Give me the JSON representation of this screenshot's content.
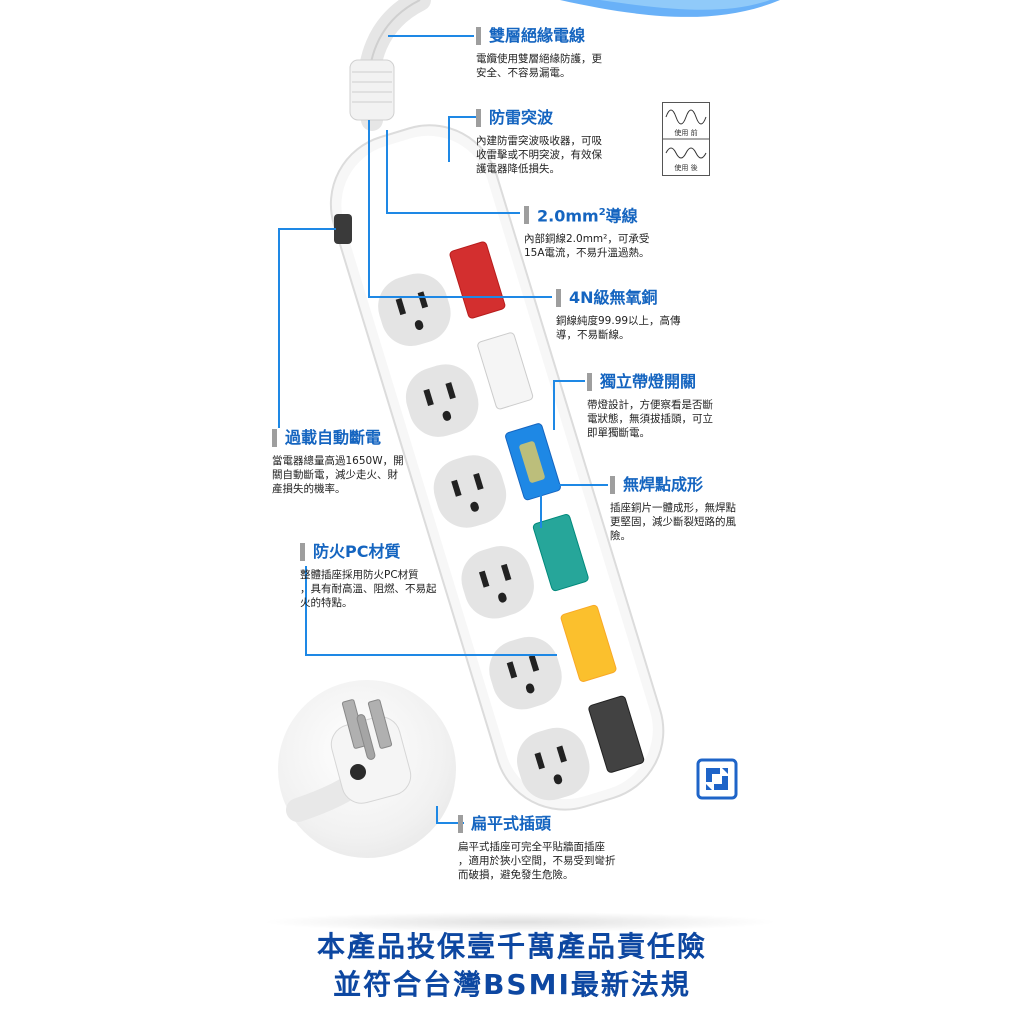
{
  "features": [
    {
      "id": "double-insulation",
      "title": "雙層絕緣電線",
      "desc": "電纜使用雙層絕緣防護，更\n安全、不容易漏電。"
    },
    {
      "id": "surge",
      "title": "防雷突波",
      "desc": "內建防雷突波吸收器，可吸\n收雷擊或不明突波，有效保\n護電器降低損失。"
    },
    {
      "id": "wire-gauge",
      "title_main": "2.0mm",
      "title_sup": "2",
      "title_tail": "導線",
      "desc": "內部銅線2.0mm²，可承受\n15A電流，不易升溫過熱。"
    },
    {
      "id": "copper",
      "title": "4N級無氧銅",
      "desc": "銅線純度99.99以上，高傳\n導，不易斷線。"
    },
    {
      "id": "switch",
      "title": "獨立帶燈開關",
      "desc": "帶燈設計，方便察看是否斷\n電狀態，無須拔插頭，可立\n即單獨斷電。"
    },
    {
      "id": "solder-free",
      "title": "無焊點成形",
      "desc": "插座銅片一體成形，無焊點\n更堅固，減少斷裂短路的風\n險。"
    },
    {
      "id": "overload",
      "title": "過載自動斷電",
      "desc": "當電器總量高過1650W，開\n關自動斷電，減少走火、財\n產損失的機率。"
    },
    {
      "id": "pc-material",
      "title": "防火PC材質",
      "desc": "整體插座採用防火PC材質\n，具有耐高溫、阻燃、不易起\n火的特點。"
    },
    {
      "id": "flat-plug",
      "title": "扁平式插頭",
      "desc": "扁平式插座可完全平貼牆面插座\n，適用於狹小空間，不易受到彎折\n而破損，避免發生危險。"
    }
  ],
  "surge_chart": {
    "before_label": "使用 前",
    "after_label": "使用 後"
  },
  "banner": {
    "line1": "本產品投保壹千萬產品責任險",
    "line2": "並符合台灣BSMI最新法規"
  },
  "colors": {
    "accent": "#1565c0",
    "line": "#1e88e5",
    "banner": "#0d47a1"
  },
  "icons": [
    "recycle-icon"
  ]
}
